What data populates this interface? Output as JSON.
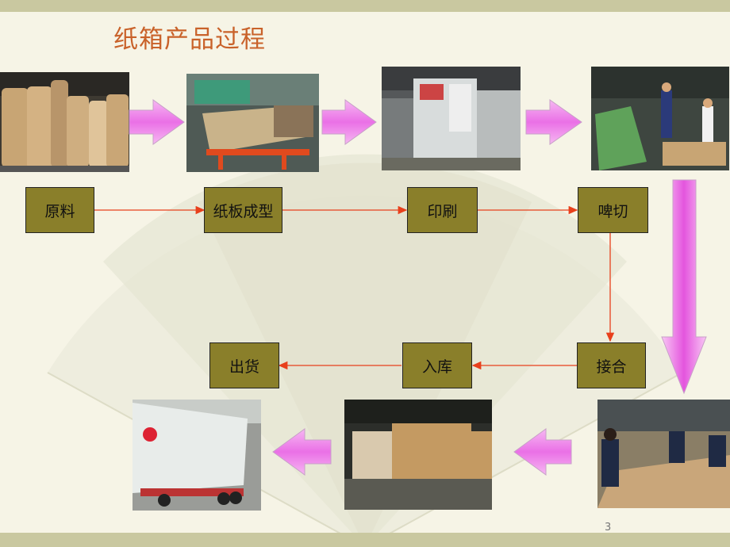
{
  "title": "纸箱产品过程",
  "steps": {
    "raw": "原料",
    "board": "纸板成型",
    "print": "印刷",
    "die": "啤切",
    "join": "接合",
    "store": "入库",
    "ship": "出货"
  },
  "page_number": "3",
  "colors": {
    "accent_title": "#c9622a",
    "box_fill": "#8a7f2a",
    "flow_arrow": "#e8401c",
    "big_arrow": "#ee88ee"
  }
}
